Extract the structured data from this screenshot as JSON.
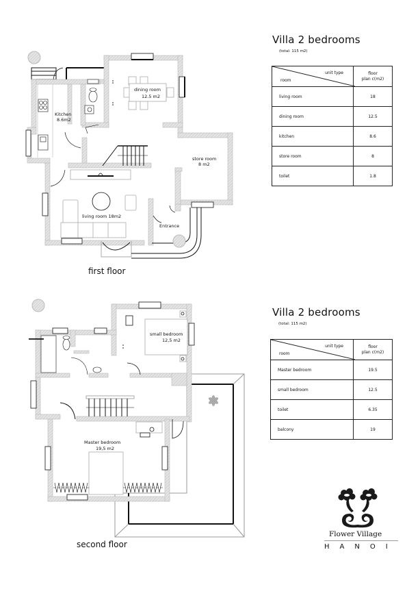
{
  "floors": [
    {
      "caption": "first floor",
      "rooms": {
        "kitchen": {
          "name": "Kitchen",
          "area": "8.6m2"
        },
        "dining": {
          "name": "dining room",
          "area": "12.5 m2"
        },
        "store": {
          "name": "store room",
          "area": "8 m2"
        },
        "living": {
          "name": "living room 18m2"
        },
        "entrance": {
          "name": "Entrance"
        }
      }
    },
    {
      "caption": "second floor",
      "rooms": {
        "small_bedroom": {
          "name": "small bedroom",
          "area": "12,5 m2"
        },
        "master_bedroom": {
          "name": "Master bedroom",
          "area": "19,5 m2"
        }
      }
    }
  ],
  "tables": [
    {
      "title": "Villa 2 bedrooms",
      "total": "(total: 115 m2)",
      "header": {
        "unit_type": "unit type",
        "room": "room",
        "area_line1": "floor",
        "area_line2": "plan c(m2)"
      },
      "rows": [
        {
          "room": "living room",
          "area": "18"
        },
        {
          "room": "dining room",
          "area": "12.5"
        },
        {
          "room": "kitchen",
          "area": "8.6"
        },
        {
          "room": "store room",
          "area": "8"
        },
        {
          "room": "toilet",
          "area": "1.8"
        }
      ]
    },
    {
      "title": "Villa 2 bedrooms",
      "total": "(total: 115 m2)",
      "header": {
        "unit_type": "unit type",
        "room": "room",
        "area_line1": "floor",
        "area_line2": "plan c(m2)"
      },
      "rows": [
        {
          "room": "Master bedroom",
          "area": "19.5"
        },
        {
          "room": "small bedroom",
          "area": "12.5"
        },
        {
          "room": "toilet",
          "area": "6.35"
        },
        {
          "room": "balcony",
          "area": "19"
        }
      ]
    }
  ],
  "logo": {
    "name": "Flower Village",
    "city": "HANOI"
  },
  "colors": {
    "wall_fill": "#dcdcdc",
    "wall_edge": "#b9b9b9",
    "ink": "#111111"
  }
}
